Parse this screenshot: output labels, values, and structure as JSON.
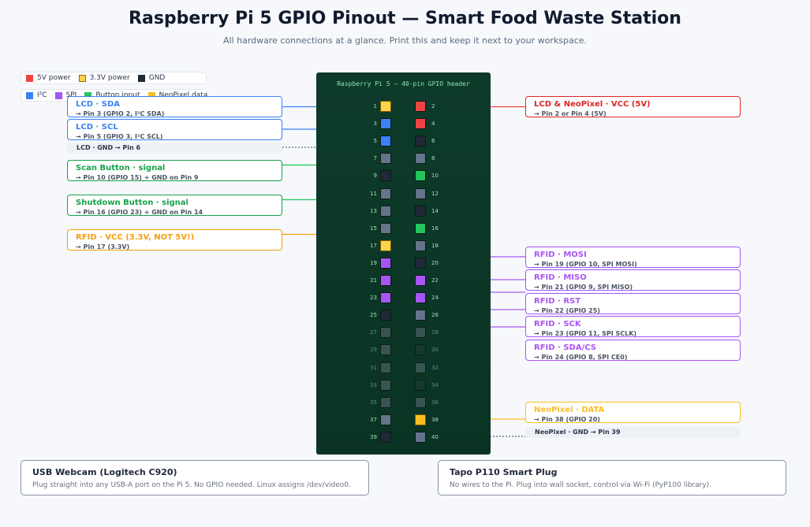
{
  "title": "Raspberry Pi 5 GPIO Pinout — Smart Food Waste Station",
  "subtitle": "All hardware connections at a glance. Print this and keep it next to your workspace.",
  "colors": {
    "power5v": "#ef4444",
    "power33v": "#fcd34d",
    "gnd": "#1f2937",
    "i2c": "#3b82f6",
    "spi": "#a855f7",
    "button": "#22c55e",
    "neopixel": "#fbbf24",
    "gpio": "#64748b",
    "unused": "#3f5a5a"
  },
  "legend_row1": [
    {
      "label": "5V power",
      "color": "#ef4444"
    },
    {
      "label": "3.3V power",
      "color": "#fcd34d"
    },
    {
      "label": "GND",
      "color": "#1f2937"
    }
  ],
  "legend_row2": [
    {
      "label": "I²C",
      "color": "#3b82f6"
    },
    {
      "label": "SPI",
      "color": "#a855f7"
    },
    {
      "label": "Button input",
      "color": "#22c55e"
    },
    {
      "label": "NeoPixel data",
      "color": "#fbbf24"
    }
  ],
  "board": {
    "title": "Raspberry Pi 5 — 40-pin GPIO header",
    "pins": [
      {
        "n": "1",
        "t": "power33v"
      },
      {
        "n": "2",
        "t": "power5v"
      },
      {
        "n": "3",
        "t": "i2c"
      },
      {
        "n": "4",
        "t": "power5v"
      },
      {
        "n": "5",
        "t": "i2c"
      },
      {
        "n": "6",
        "t": "gnd"
      },
      {
        "n": "7",
        "t": "gpio"
      },
      {
        "n": "8",
        "t": "gpio"
      },
      {
        "n": "9",
        "t": "gnd"
      },
      {
        "n": "10",
        "t": "button"
      },
      {
        "n": "11",
        "t": "gpio"
      },
      {
        "n": "12",
        "t": "gpio"
      },
      {
        "n": "13",
        "t": "gpio"
      },
      {
        "n": "14",
        "t": "gnd"
      },
      {
        "n": "15",
        "t": "gpio"
      },
      {
        "n": "16",
        "t": "button"
      },
      {
        "n": "17",
        "t": "power33v"
      },
      {
        "n": "18",
        "t": "gpio"
      },
      {
        "n": "19",
        "t": "spi"
      },
      {
        "n": "20",
        "t": "gnd"
      },
      {
        "n": "21",
        "t": "spi"
      },
      {
        "n": "22",
        "t": "spi"
      },
      {
        "n": "23",
        "t": "spi"
      },
      {
        "n": "24",
        "t": "spi"
      },
      {
        "n": "25",
        "t": "gnd"
      },
      {
        "n": "26",
        "t": "gpio"
      },
      {
        "n": "27",
        "t": "unused"
      },
      {
        "n": "28",
        "t": "unused"
      },
      {
        "n": "29",
        "t": "unused"
      },
      {
        "n": "30",
        "t": "unusedgnd"
      },
      {
        "n": "31",
        "t": "unused"
      },
      {
        "n": "32",
        "t": "unused"
      },
      {
        "n": "33",
        "t": "unused"
      },
      {
        "n": "34",
        "t": "unusedgnd"
      },
      {
        "n": "35",
        "t": "unused"
      },
      {
        "n": "36",
        "t": "unused"
      },
      {
        "n": "37",
        "t": "gpio"
      },
      {
        "n": "38",
        "t": "neopixel"
      },
      {
        "n": "39",
        "t": "gnd"
      },
      {
        "n": "40",
        "t": "gpio"
      }
    ]
  },
  "left_cards": [
    {
      "title": "LCD · SDA",
      "sub": "→ Pin 3 (GPIO 2, I²C SDA)",
      "color": "#3b82f6"
    },
    {
      "title": "LCD · SCL",
      "sub": "→ Pin 5 (GPIO 3, I²C SCL)",
      "color": "#3b82f6"
    },
    {
      "title": "Scan Button · signal",
      "sub": "→ Pin 10 (GPIO 15) + GND on Pin 9",
      "color": "#16a34a"
    },
    {
      "title": "Shutdown Button · signal",
      "sub": "→ Pin 16 (GPIO 23) + GND on Pin 14",
      "color": "#16a34a"
    },
    {
      "title": "RFID · VCC (3.3V, NOT 5V!)",
      "sub": "→ Pin 17 (3.3V)",
      "color": "#f59e0b"
    }
  ],
  "lcd_gnd_note": "LCD · GND → Pin 6",
  "right_cards": [
    {
      "title": "LCD & NeoPixel · VCC (5V)",
      "sub": "→ Pin 2 or Pin 4 (5V)",
      "color": "#dc2626"
    },
    {
      "title": "RFID · MOSI",
      "sub": "→ Pin 19 (GPIO 10, SPI MOSI)",
      "color": "#a855f7"
    },
    {
      "title": "RFID · MISO",
      "sub": "→ Pin 21 (GPIO 9, SPI MISO)",
      "color": "#a855f7"
    },
    {
      "title": "RFID · RST",
      "sub": "→ Pin 22 (GPIO 25)",
      "color": "#a855f7"
    },
    {
      "title": "RFID · SCK",
      "sub": "→ Pin 23 (GPIO 11, SPI SCLK)",
      "color": "#a855f7"
    },
    {
      "title": "RFID · SDA/CS",
      "sub": "→ Pin 24 (GPIO 8, SPI CE0)",
      "color": "#a855f7"
    },
    {
      "title": "NeoPixel · DATA",
      "sub": "→ Pin 38 (GPIO 20)",
      "color": "#fbbf24"
    }
  ],
  "neopixel_gnd_note": "NeoPixel · GND → Pin 39",
  "bottom_cards": [
    {
      "title": "USB Webcam (Logitech C920)",
      "sub": "Plug straight into any USB-A port on the Pi 5. No GPIO needed. Linux assigns /dev/video0."
    },
    {
      "title": "Tapo P110 Smart Plug",
      "sub": "No wires to the Pi. Plug into wall socket, control via Wi-Fi (PyP100 library)."
    }
  ]
}
